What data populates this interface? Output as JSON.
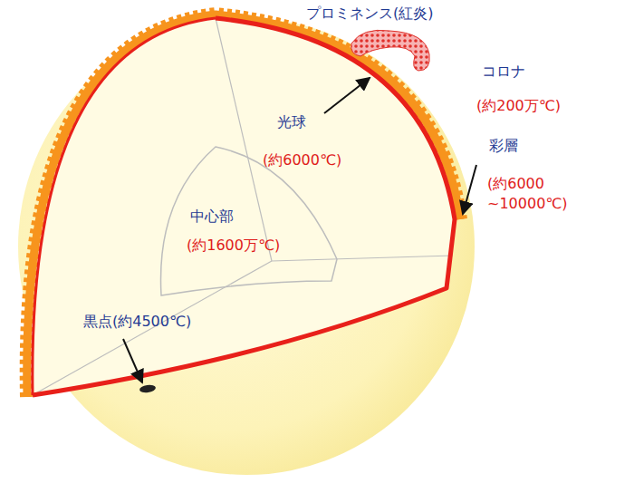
{
  "diagram": {
    "nodes": [
      {
        "text": [
          "中心部",
          "(約1600万℃)"
        ]
      }
    ],
    "labels": [
      "プロミネンス(紅炎)",
      "コロナ",
      "(約200万℃)",
      "光球",
      "(約6000℃)",
      "彩層",
      "(約6000 ~10000℃)",
      "黒点(約4500℃)"
    ]
  }
}
